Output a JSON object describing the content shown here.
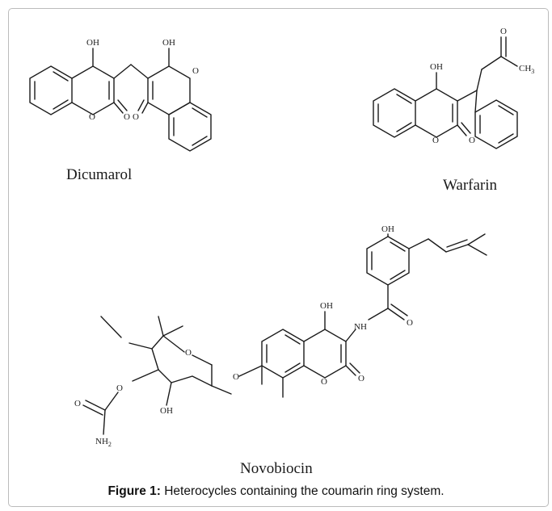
{
  "caption": {
    "label": "Figure 1:",
    "text": "Heterocycles containing the coumarin ring system."
  },
  "compounds": {
    "dicumarol": {
      "name": "Dicumarol",
      "atoms": {
        "oh_left": "OH",
        "oh_right": "OH",
        "o_ring_left": "O",
        "o_carbonyl_left": "O",
        "o_ring_right": "O",
        "o_carbonyl_right": "O"
      }
    },
    "warfarin": {
      "name": "Warfarin",
      "atoms": {
        "o_ketone": "O",
        "ch3": "CH",
        "ch3_sub": "3",
        "oh": "OH",
        "o_ring": "O",
        "o_carbonyl": "O"
      }
    },
    "novobiocin": {
      "name": "Novobiocin",
      "atoms": {
        "oh_top": "OH",
        "oh_coumarin": "OH",
        "nh": "NH",
        "o_amide": "O",
        "o_ether_link": "O",
        "o_ring": "O",
        "o_carbonyl": "O",
        "o_sugar_ring": "O",
        "oh_sugar": "OH",
        "o_carbamate": "O",
        "o_carbamate_carbonyl": "O",
        "nh2": "NH",
        "nh2_sub": "2"
      }
    }
  }
}
